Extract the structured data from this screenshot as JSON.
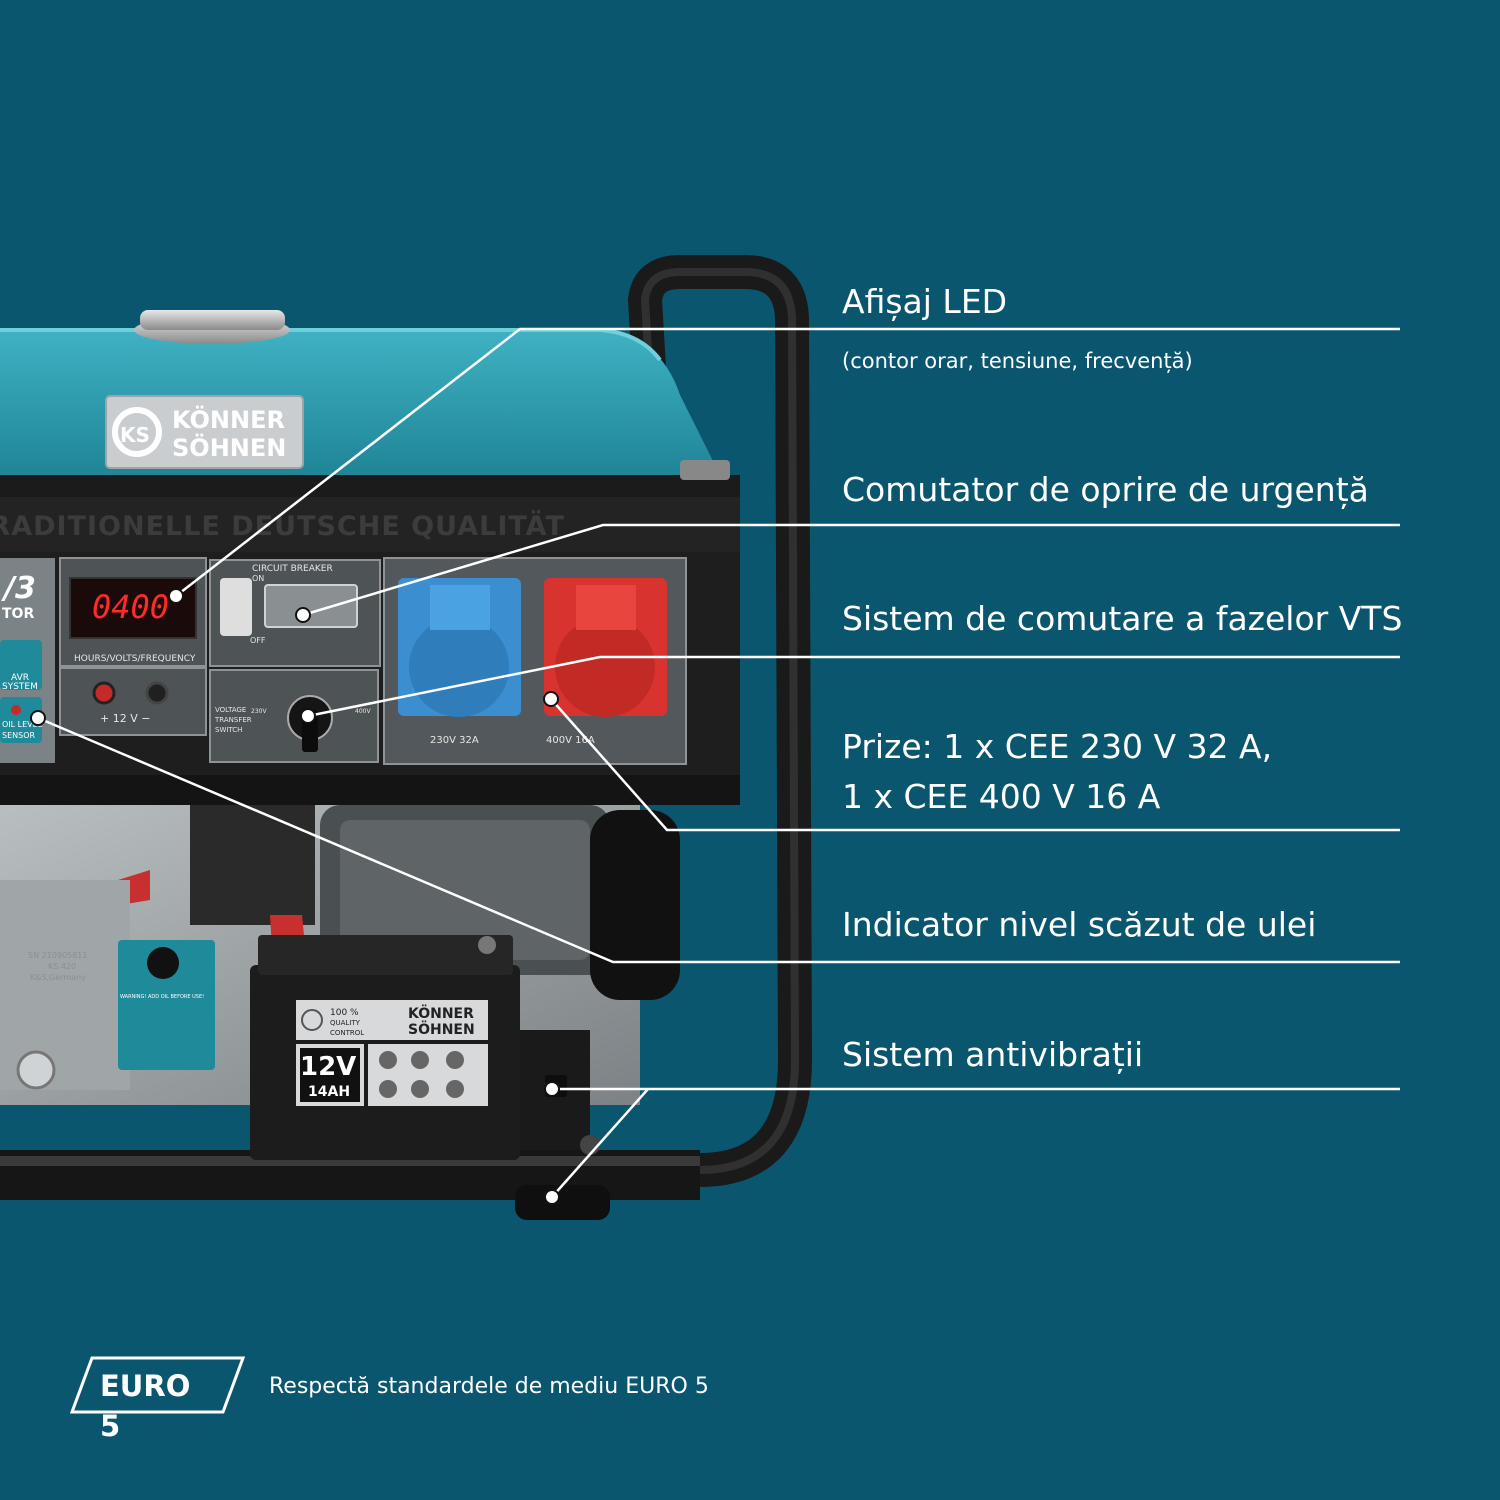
{
  "colors": {
    "background": "#0a566f",
    "text": "#ffffff",
    "generator_body": "#2b9aab",
    "frame": "#1c1c1c",
    "socket_230v": "#3b8fd0",
    "socket_400v": "#d8332e",
    "led_digits": "#ff2a2a"
  },
  "callouts": [
    {
      "title": "Afișaj LED",
      "subtitle": "(contor orar, tensiune, frecvență)"
    },
    {
      "title": "Comutator de oprire de urgență"
    },
    {
      "title": "Sistem de comutare a fazelor VTS"
    },
    {
      "title_line1": "Prize: 1 x CEE 230 V 32 A,",
      "title_line2": "1 x CEE 400 V 16 A"
    },
    {
      "title": "Indicator nivel scăzut de ulei"
    },
    {
      "title": "Sistem antivibrații"
    }
  ],
  "product": {
    "brand_line1": "KÖNNER",
    "brand_line2": "SÖHNEN",
    "brand_mark": "KS",
    "banner_text": "TRADITIONELLE DEUTSCHE QUALITÄT",
    "model_fragment": "/3",
    "model_sub": "TOR",
    "led_reading": "0400",
    "display_label": "HOURS/VOLTS/FREQUENCY",
    "breaker_title": "CIRCUIT BREAKER",
    "breaker_on": "ON",
    "breaker_off": "OFF",
    "dc_label": "+   12 V   −",
    "vts_label_1": "VOLTAGE",
    "vts_label_2": "TRANSFER",
    "vts_label_3": "SWITCH",
    "vts_230": "230V",
    "vts_400": "400V",
    "socket_230": "230V 32A",
    "socket_400": "400V 16A",
    "avr_label_1": "AVR",
    "avr_label_2": "SYSTEM",
    "oil_label_1": "OIL LEVEL",
    "oil_label_2": "SENSOR",
    "battery_voltage": "12V",
    "battery_capacity": "14AH",
    "battery_qc_1": "100 %",
    "battery_qc_2": "QUALITY",
    "battery_qc_3": "CONTROL",
    "engine_sn": "SN 210905811",
    "engine_model": "KS 420",
    "engine_origin": "K&S,Germany",
    "warning_tag": "WARNING! ADD OIL BEFORE USE!"
  },
  "footer": {
    "badge": "EURO 5",
    "description": "Respectă standardele de mediu EURO 5"
  }
}
